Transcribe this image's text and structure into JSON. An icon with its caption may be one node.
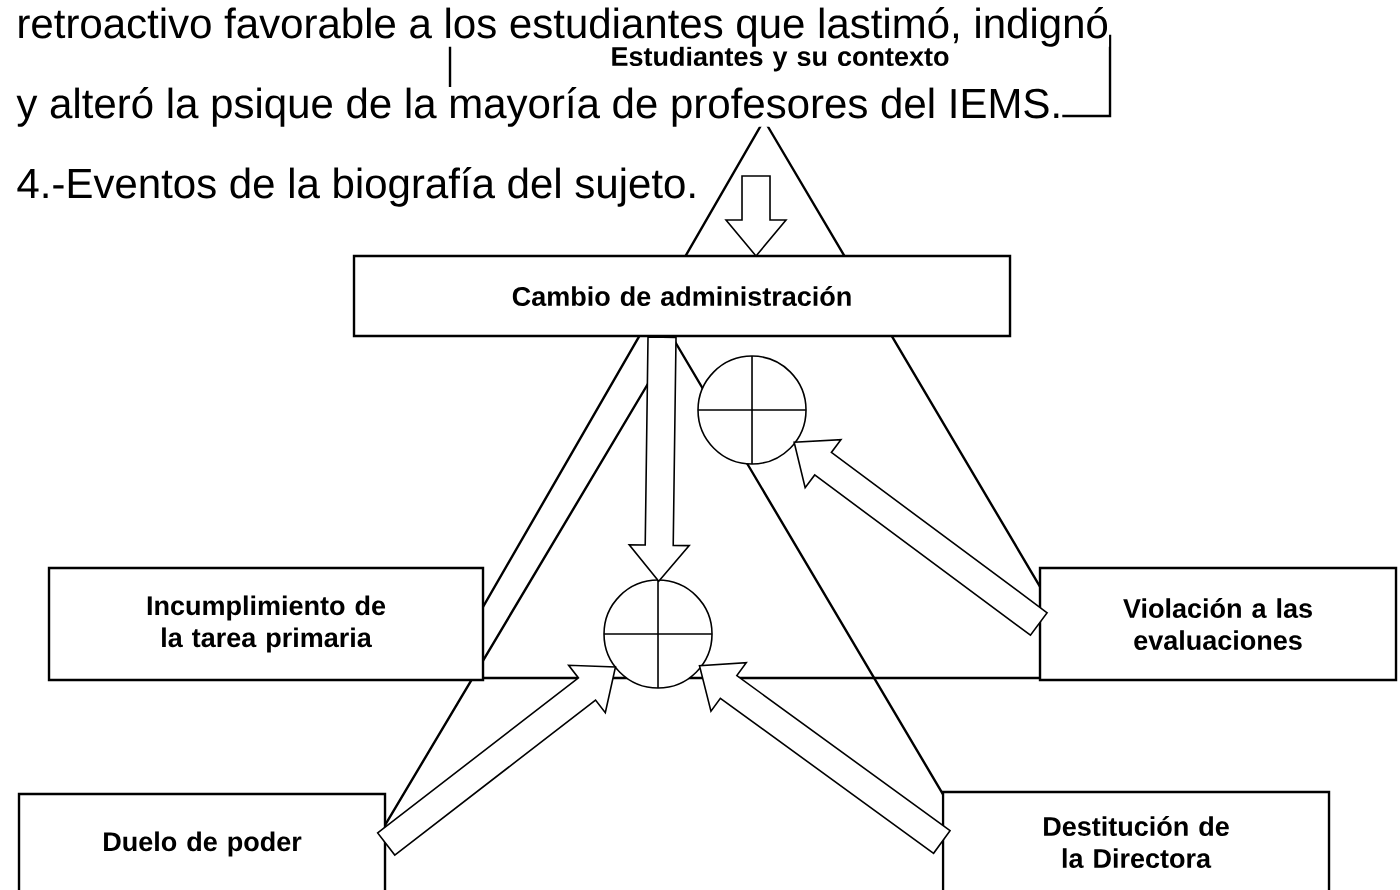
{
  "diagram": {
    "nodes": [
      {
        "text": [
          "Estudiantes y su contexto"
        ]
      },
      {
        "text": [
          "Cambio de administración"
        ]
      },
      {
        "text": [
          "Incumplimiento de la tarea primaria"
        ]
      },
      {
        "text": [
          "Violación a las evaluaciones"
        ]
      },
      {
        "text": [
          "Duelo de poder"
        ]
      },
      {
        "text": [
          "Destitución de la Directora"
        ]
      },
      {
        "text": [],
        "shape": "circle"
      },
      {
        "text": [],
        "shape": "circle"
      }
    ],
    "edges": [
      {
        "from": null,
        "to": 1,
        "arrow": "to"
      },
      {
        "from": 1,
        "to": 7,
        "arrow": "to"
      },
      {
        "from": 3,
        "to": 6,
        "arrow": "to"
      },
      {
        "from": 4,
        "to": 7,
        "arrow": "to"
      },
      {
        "from": 5,
        "to": 7,
        "arrow": "to"
      }
    ],
    "labels": [
      "retroactivo favorable a los estudiantes que lastimó, indignó",
      "y alteró la psique de la mayoría de profesores del IEMS.",
      "4.-Eventos de la biografía del sujeto."
    ]
  }
}
